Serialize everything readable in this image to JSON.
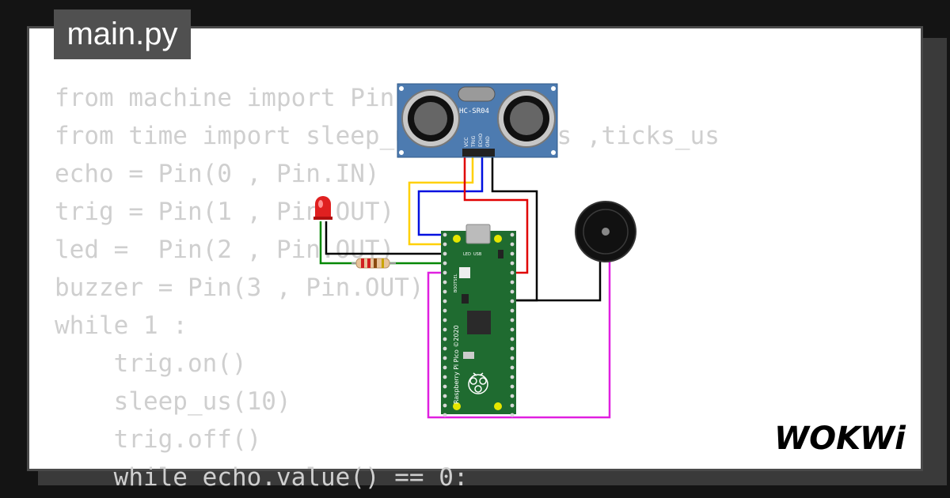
{
  "file_tab": {
    "label": "main.py"
  },
  "code_lines": [
    "from machine import Pin",
    "from time import sleep_us ,sleep_ms ,ticks_us",
    "echo = Pin(0 , Pin.IN)",
    "trig = Pin(1 , Pin.OUT)",
    "led =  Pin(2 , Pin.OUT)",
    "buzzer = Pin(3 , Pin.OUT)",
    "while 1 :",
    "    trig.on()",
    "    sleep_us(10)",
    "    trig.off()",
    "    while echo.value() == 0:"
  ],
  "sensor": {
    "label": "HC-SR04",
    "pins": [
      "VCC",
      "TRIG",
      "ECHO",
      "GND"
    ]
  },
  "pico": {
    "side_label": "Raspberry Pi Pico ©2020",
    "usb_label": "USB",
    "led_label": "LED",
    "bootsel_label": "BOOTSEL"
  },
  "brand": {
    "logo_text": "WOKWi"
  },
  "colors": {
    "background": "#141414",
    "card": "#ffffff",
    "tab": "#505050",
    "code_text": "#cfcfcf",
    "pcb": "#1f6b30",
    "sensor_board": "#4d7bb0",
    "wire_yellow": "#ffd000",
    "wire_blue": "#0010e0",
    "wire_red": "#e00000",
    "wire_black": "#000000",
    "wire_green": "#008800",
    "wire_magenta": "#e020e0"
  }
}
